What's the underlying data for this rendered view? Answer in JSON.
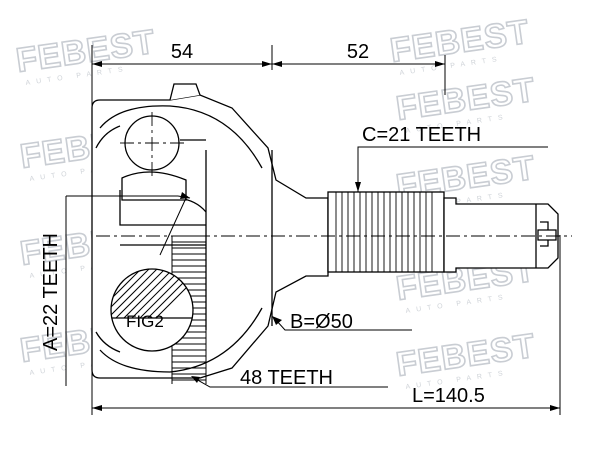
{
  "watermark": {
    "brand": "FEBEST",
    "tagline": "AUTO PARTS"
  },
  "dimensions": {
    "outer_length": "54",
    "shaft_length": "52",
    "total_length": "L=140.5"
  },
  "callouts": {
    "spline_c": "C=21 TEETH",
    "spline_a": "A=22 TEETH",
    "diameter_b": "B=Ø50",
    "abs_ring": "48 TEETH",
    "figure_ref": "FIG2"
  }
}
